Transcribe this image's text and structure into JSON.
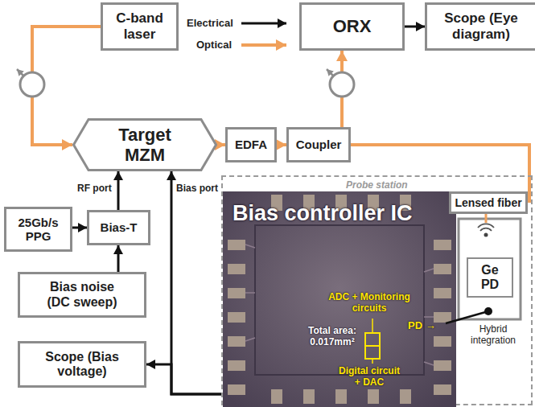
{
  "diagram": {
    "nodes": [
      {
        "text": [
          "C-band laser"
        ]
      },
      {
        "text": [
          "ORX"
        ]
      },
      {
        "text": [
          "Scope (Eye diagram)"
        ]
      },
      {
        "text": [
          "Target MZM"
        ]
      },
      {
        "text": [
          "EDFA"
        ]
      },
      {
        "text": [
          "Coupler"
        ]
      },
      {
        "text": [
          "25Gb/s PPG"
        ]
      },
      {
        "text": [
          "Bias-T"
        ]
      },
      {
        "text": [
          "Bias noise (DC sweep)"
        ]
      },
      {
        "text": [
          "Scope (Bias voltage)"
        ]
      },
      {
        "text": [
          "Probe station"
        ]
      },
      {
        "text": [
          "Bias controller IC"
        ],
        "in": 10
      },
      {
        "text": [
          "Lensed fiber"
        ],
        "in": 10
      },
      {
        "text": [
          "Ge PD"
        ],
        "in": 10
      }
    ],
    "edges": [
      {
        "from": 0,
        "to": 3,
        "arrow": "to"
      },
      {
        "from": 3,
        "to": 4,
        "arrow": "to"
      },
      {
        "from": 4,
        "to": 5,
        "arrow": "to"
      },
      {
        "from": 5,
        "to": 1,
        "arrow": "to"
      },
      {
        "from": 5,
        "to": 12,
        "arrow": "none"
      },
      {
        "from": 1,
        "to": 2,
        "arrow": "to"
      },
      {
        "from": 6,
        "to": 7,
        "arrow": "to"
      },
      {
        "from": 8,
        "to": 7,
        "arrow": "to"
      },
      {
        "from": 7,
        "to": 3,
        "label": "RF port",
        "arrow": "to"
      },
      {
        "from": 11,
        "to": 3,
        "label": "Bias port",
        "arrow": "to"
      },
      {
        "from": 11,
        "to": 9,
        "arrow": "to"
      }
    ],
    "labels": [
      "ADC + Monitoring circuits",
      "Total area: 0.017mm²",
      "Digital circuit + DAC",
      "PD →",
      "Hybrid integration"
    ],
    "legend": [
      {
        "text": "Electrical"
      },
      {
        "text": "Optical"
      }
    ]
  }
}
